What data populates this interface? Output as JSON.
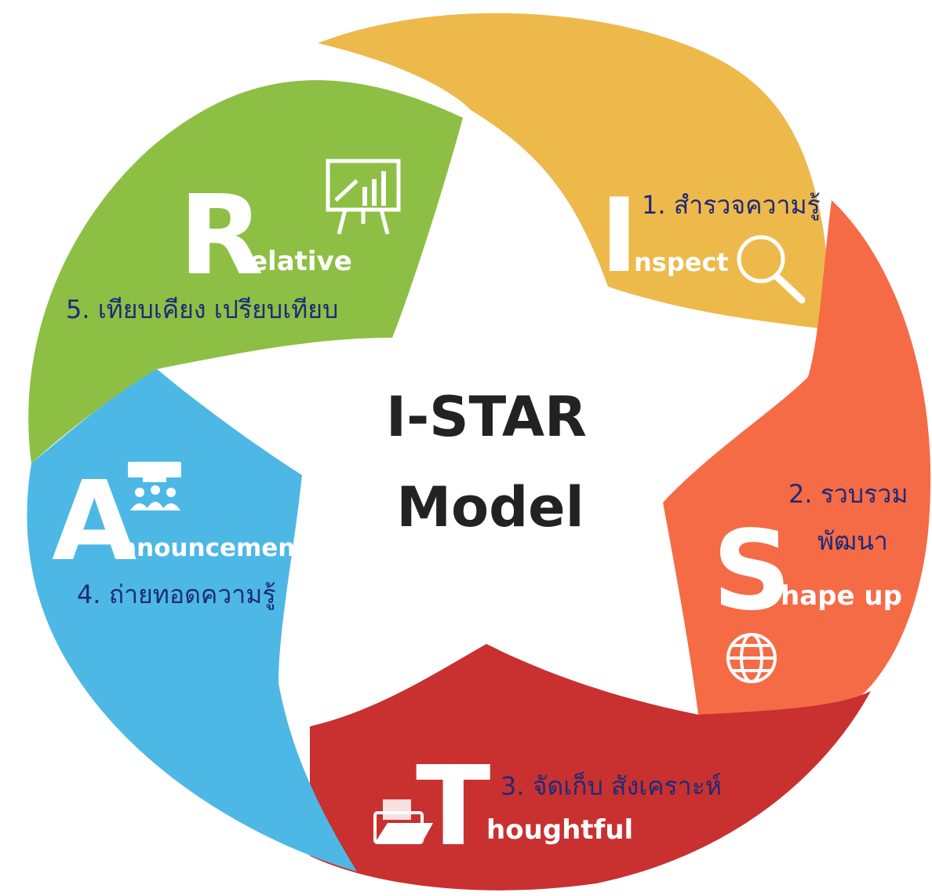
{
  "title": [
    "I-STAR",
    "Model"
  ],
  "segments": [
    {
      "key": "I",
      "letter": "I",
      "word": "nspect",
      "thai": "1. สำรวจความรู้",
      "color": "#EDB94A",
      "icon": "magnifier-icon"
    },
    {
      "key": "S",
      "letter": "S",
      "word": "hape up",
      "thai_line1": "2. รวบรวม",
      "thai_line2": "พัฒนา",
      "color": "#F56B45",
      "icon": "globe-icon"
    },
    {
      "key": "T",
      "letter": "T",
      "word": "houghtful",
      "thai": "3. จัดเก็บ สังเคราะห์",
      "color": "#C8312F",
      "icon": "folder-icon"
    },
    {
      "key": "A",
      "letter": "A",
      "word": "nnouncement",
      "thai": "4. ถ่ายทอดความรู้",
      "color": "#4DB8E6",
      "icon": "audience-icon"
    },
    {
      "key": "R",
      "letter": "R",
      "word": "elative",
      "thai": "5. เทียบเคียง เปรียบเทียบ",
      "color": "#8DBF45",
      "icon": "presentation-chart-icon"
    }
  ]
}
